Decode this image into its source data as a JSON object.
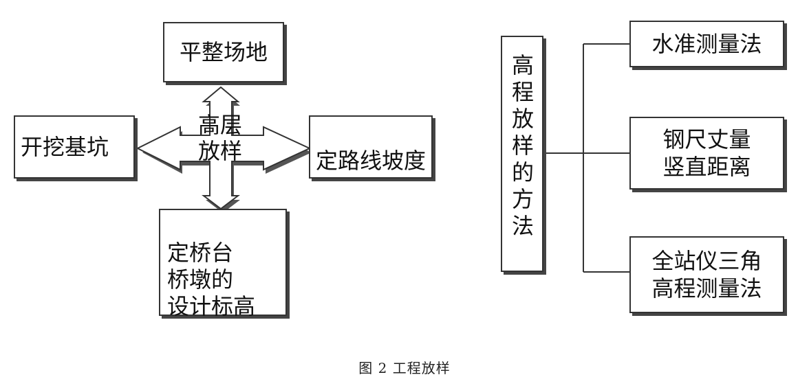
{
  "left_diagram": {
    "center_label": "高层\n放样",
    "top_box": "平整场地",
    "left_box": "开挖基坑",
    "right_box": "定路线坡度",
    "bottom_box": "定桥台\n桥墩的\n设计标高"
  },
  "right_diagram": {
    "root_label": "高程放样的方法",
    "branches": [
      "水准测量法",
      "钢尺丈量\n竖直距离",
      "全站仪三角\n高程测量法"
    ]
  },
  "caption": "图 2 工程放样",
  "colors": {
    "line": "#333333",
    "shadow": "#444444",
    "arrow_fill": "#ffffff"
  }
}
